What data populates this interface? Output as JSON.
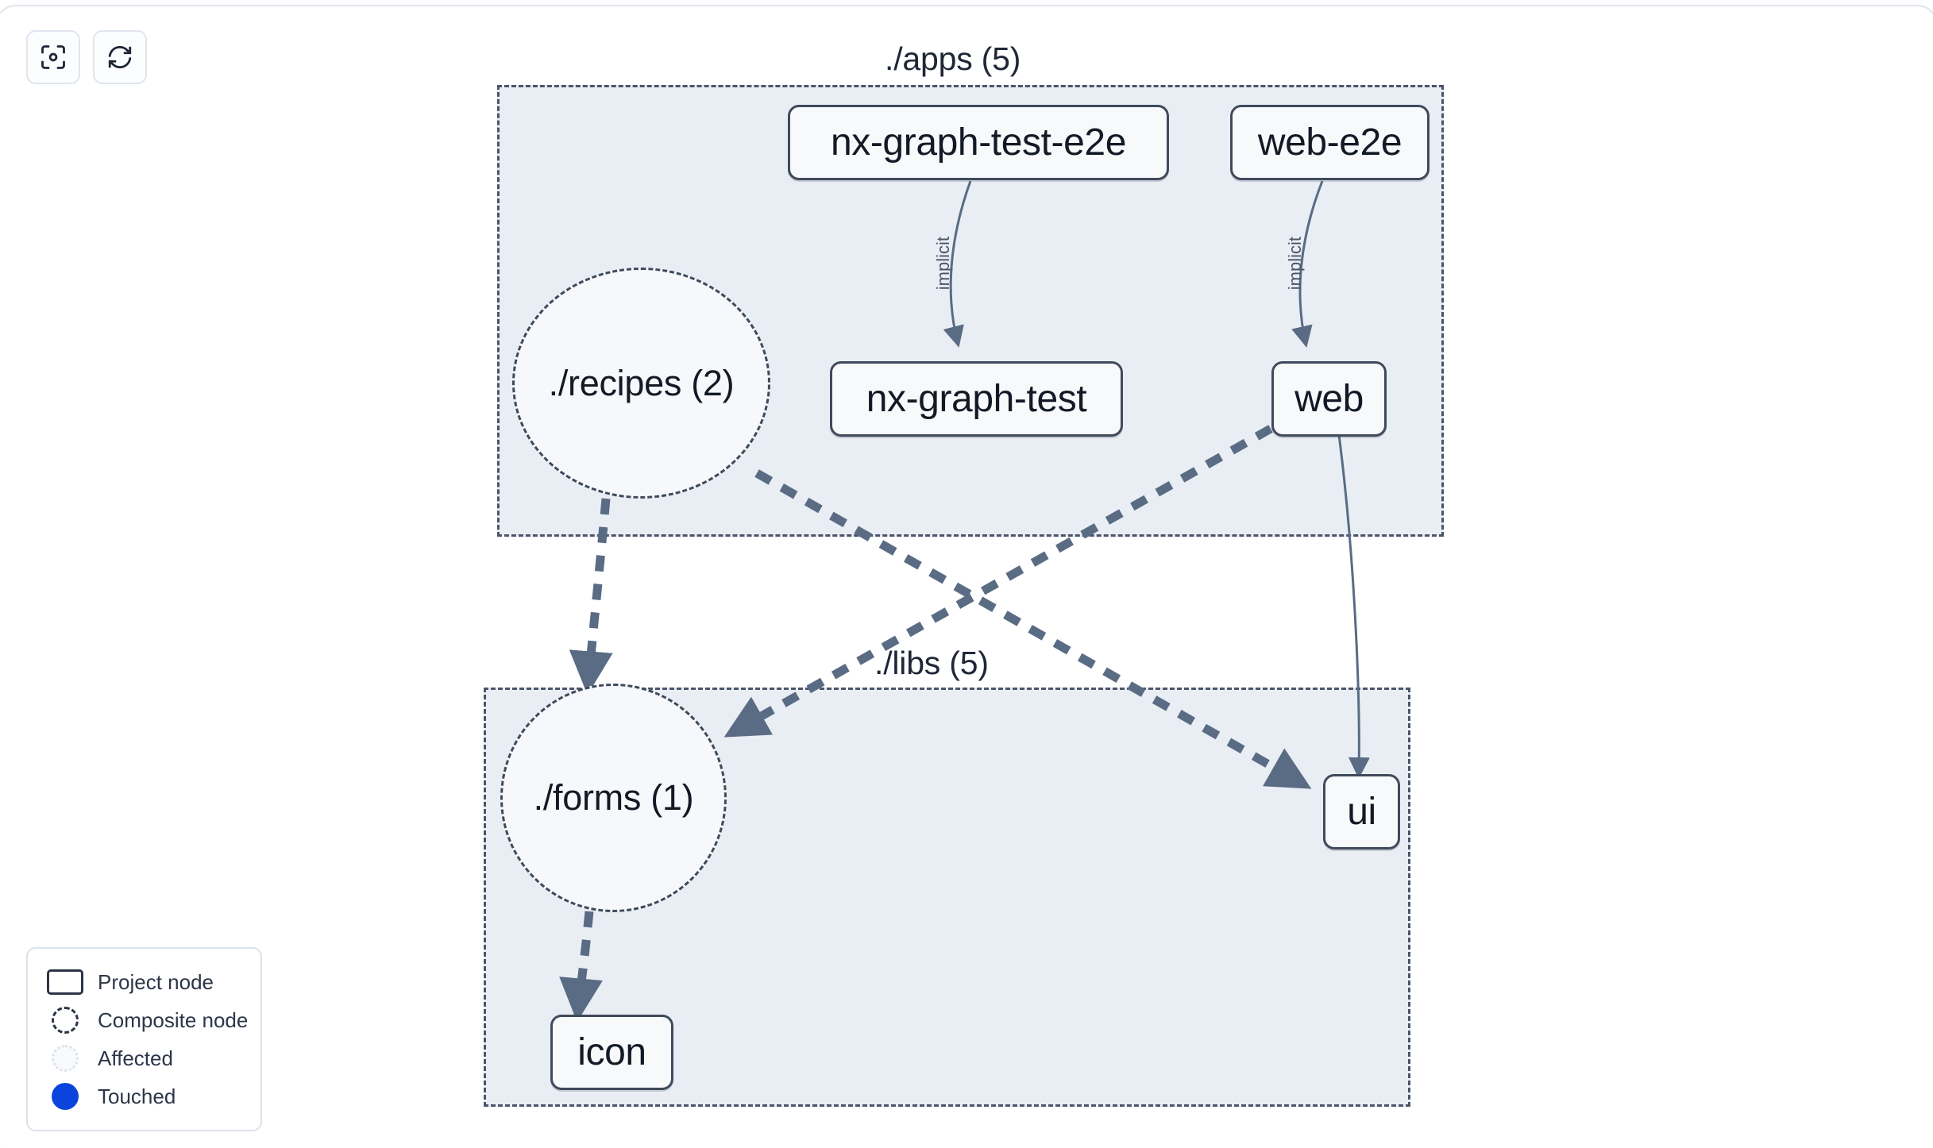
{
  "toolbar": {
    "buttons": [
      {
        "name": "focus-graph-button",
        "icon": "focus-target-icon",
        "title": "Focus graph"
      },
      {
        "name": "refresh-graph-button",
        "icon": "refresh-icon",
        "title": "Refresh graph"
      }
    ]
  },
  "graph": {
    "groups": [
      {
        "id": "apps",
        "label": "./apps (5)"
      },
      {
        "id": "libs",
        "label": "./libs (5)"
      }
    ],
    "nodes": [
      {
        "id": "nx-graph-test-e2e",
        "label": "nx-graph-test-e2e",
        "type": "project",
        "group": "apps"
      },
      {
        "id": "web-e2e",
        "label": "web-e2e",
        "type": "project",
        "group": "apps"
      },
      {
        "id": "nx-graph-test",
        "label": "nx-graph-test",
        "type": "project",
        "group": "apps"
      },
      {
        "id": "web",
        "label": "web",
        "type": "project",
        "group": "apps"
      },
      {
        "id": "recipes",
        "label": "./recipes (2)",
        "type": "composite",
        "group": "apps"
      },
      {
        "id": "forms",
        "label": "./forms (1)",
        "type": "composite",
        "group": "libs"
      },
      {
        "id": "ui",
        "label": "ui",
        "type": "project",
        "group": "libs"
      },
      {
        "id": "icon",
        "label": "icon",
        "type": "project",
        "group": "libs"
      }
    ],
    "edges": [
      {
        "from": "nx-graph-test-e2e",
        "to": "nx-graph-test",
        "label": "implicit",
        "style": "solid"
      },
      {
        "from": "web-e2e",
        "to": "web",
        "label": "implicit",
        "style": "solid"
      },
      {
        "from": "web",
        "to": "ui",
        "label": "",
        "style": "solid"
      },
      {
        "from": "recipes",
        "to": "forms",
        "label": "",
        "style": "dashed"
      },
      {
        "from": "recipes",
        "to": "ui",
        "label": "",
        "style": "dashed"
      },
      {
        "from": "web",
        "to": "forms",
        "label": "",
        "style": "dashed"
      },
      {
        "from": "forms",
        "to": "icon",
        "label": "",
        "style": "dashed"
      }
    ]
  },
  "legend": {
    "items": [
      {
        "label": "Project node",
        "swatch": "project"
      },
      {
        "label": "Composite node",
        "swatch": "composite"
      },
      {
        "label": "Affected",
        "swatch": "affected"
      },
      {
        "label": "Touched",
        "swatch": "touched"
      }
    ]
  },
  "colors": {
    "group_fill": "#e9eef4",
    "group_border": "#4a5568",
    "node_fill": "#f7f9fb",
    "node_border": "#3f4a5c",
    "edge": "#5a6b84",
    "touched": "#0b44dd",
    "text": "#131a26",
    "panel_border": "#dfe5ee"
  }
}
